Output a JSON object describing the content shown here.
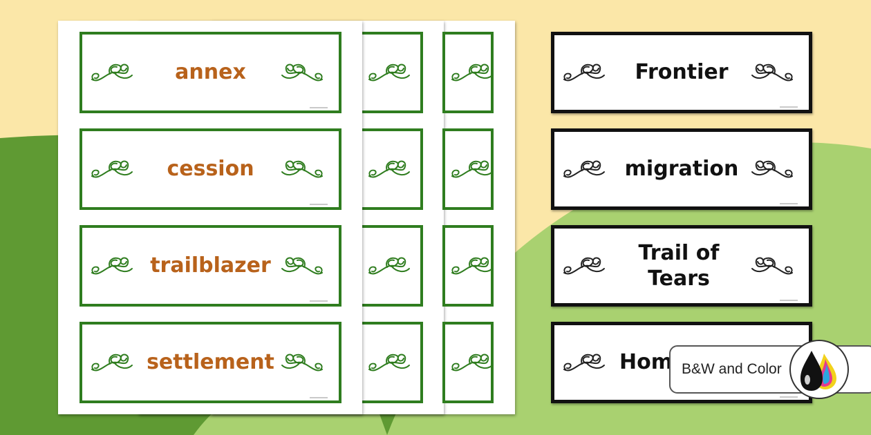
{
  "color_cards": [
    {
      "word": "annex"
    },
    {
      "word": "cession"
    },
    {
      "word": "trailblazer"
    },
    {
      "word": "settlement"
    }
  ],
  "bw_cards": [
    {
      "word": "Frontier"
    },
    {
      "word": "migration"
    },
    {
      "word": "Trail of Tears"
    },
    {
      "word": "Hom"
    }
  ],
  "badge": {
    "label": "B&W and Color",
    "icon": "ink-drops-icon"
  },
  "colors": {
    "background_top": "#fbe7a8",
    "hill_dark": "#5f9a33",
    "hill_light": "#a9d170",
    "card_border_green": "#2f7d1f",
    "card_text_orange": "#b8621b",
    "card_border_black": "#111111"
  }
}
